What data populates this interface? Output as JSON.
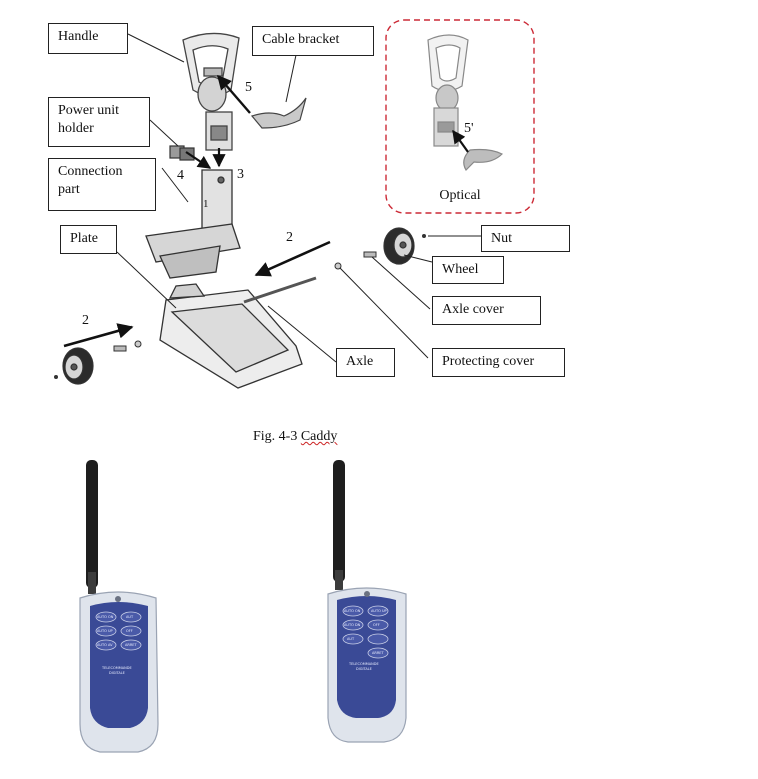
{
  "labels": {
    "handle": "Handle",
    "cable_bracket": "Cable bracket",
    "power_unit_holder": "Power unit holder",
    "connection_part": "Connection part",
    "plate": "Plate",
    "nut": "Nut",
    "wheel": "Wheel",
    "axle_cover": "Axle cover",
    "axle": "Axle",
    "protecting_cover": "Protecting cover",
    "optical": "Optical"
  },
  "step_numbers": {
    "five": "5",
    "five_prime": "5'",
    "four": "4",
    "three": "3",
    "two_right": "2",
    "two_left": "2",
    "one": "1"
  },
  "caption": {
    "prefix": "Fig. 4-3 ",
    "word": "Caddy"
  },
  "remotes": [
    {
      "button_labels": [
        "AUTO ON",
        "AUT",
        "AUTO UP",
        "OFF",
        "AUTO AV",
        "ARRET"
      ],
      "brand_line1": "TELECOMMANDE",
      "brand_line2": "DIGITALE"
    },
    {
      "button_labels": [
        "AUTO ON",
        "AUTO UP",
        "AUTO DN",
        "OFF",
        "AUT",
        "ARRET"
      ],
      "brand_line1": "TELECOMMANDE",
      "brand_line2": "DIGITALE"
    }
  ],
  "colors": {
    "optical_border": "#cc2a36",
    "remote_body": "#dfe4ec",
    "remote_panel": "#3a4a96",
    "button": "#4a5aa8"
  }
}
